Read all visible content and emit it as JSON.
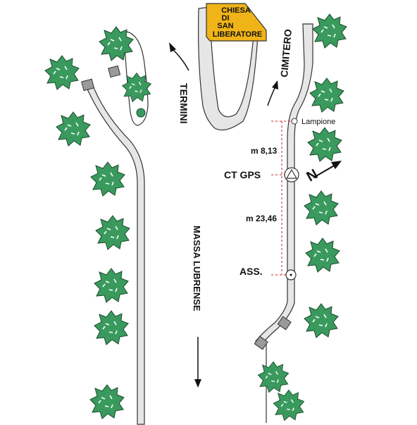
{
  "labels": {
    "church_line1": "CHIESA",
    "church_line2": "DI",
    "church_line3": "SAN",
    "church_line4": "LIBERATORE",
    "cimitero": "CIMITERO",
    "termini": "TERMINI",
    "massa_lubrense": "MASSA LUBRENSE",
    "lampione": "Lampione",
    "dist_upper": "m 8,13",
    "ct_gps": "CT GPS",
    "dist_lower": "m 23,46",
    "ass": "ASS.",
    "north": "N"
  },
  "colors": {
    "church_fill": "#f0b418",
    "tree_fill": "#3a9a5e",
    "road_fill": "#e6e6e6",
    "dash": "#cc2222",
    "post": "#9a9a9a"
  },
  "icons": [
    "tree-icon",
    "arrow-icon",
    "north-arrow-icon",
    "survey-triangle-icon",
    "survey-point-icon",
    "lamp-post-icon",
    "post-icon"
  ]
}
